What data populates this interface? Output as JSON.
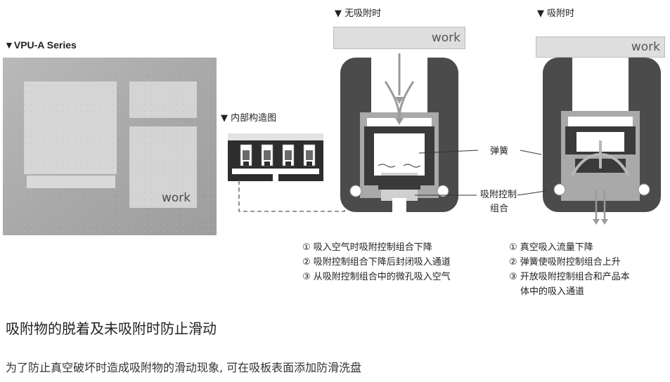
{
  "labels": {
    "series": "▼VPU-A Series",
    "internal": "▼ 内部构造图",
    "no_adsorption": "▼ 无吸附时",
    "adsorption": "▼ 吸附时",
    "work": "work",
    "spring": "弹簧",
    "control_line1": "吸附控制",
    "control_line2": "组合"
  },
  "notes_left": [
    "① 吸入空气时吸附控制组合下降",
    "② 吸附控制组合下降后封闭吸入通道",
    "③ 从吸附控制组合中的微孔吸入空气"
  ],
  "notes_right": [
    "① 真空吸入流量下降",
    "② 弹簧使吸附控制组合上升",
    "③ 开放吸附控制组合和产品本",
    "体中的吸入通道"
  ],
  "heading": "吸附物的脱着及未吸附时防止滑动",
  "description": "为了防止真空破坏时造成吸附物的滑动现象, 可在吸板表面添加防滑洗盘"
}
